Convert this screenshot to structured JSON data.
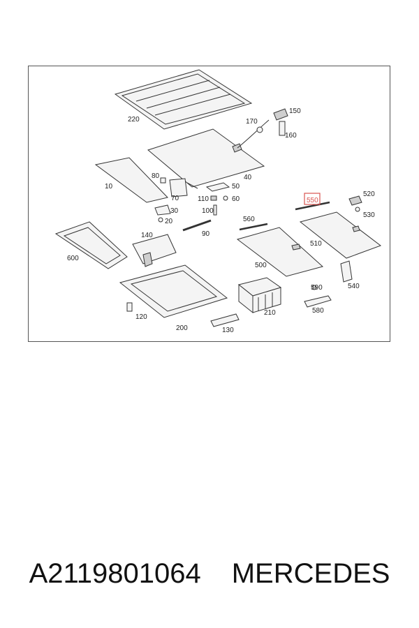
{
  "diagram": {
    "highlighted_part": "550",
    "labels": [
      "220",
      "150",
      "170",
      "160",
      "40",
      "10",
      "80",
      "50",
      "70",
      "110",
      "60",
      "100",
      "30",
      "20",
      "520",
      "550",
      "530",
      "560",
      "90",
      "140",
      "600",
      "510",
      "500",
      "540",
      "590",
      "580",
      "210",
      "120",
      "200",
      "130"
    ]
  },
  "footer": {
    "part_number": "A2119801064",
    "brand": "MERCEDES"
  }
}
